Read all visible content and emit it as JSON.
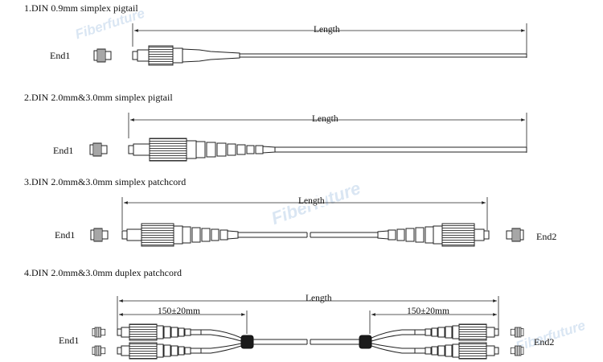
{
  "watermark": "Fiberfuture",
  "sections": [
    {
      "title": "1.DIN 0.9mm simplex pigtail",
      "end_left": "End1",
      "length_label": "Length"
    },
    {
      "title": "2.DIN 2.0mm&3.0mm simplex pigtail",
      "end_left": "End1",
      "length_label": "Length"
    },
    {
      "title": "3.DIN    2.0mm&3.0mm simplex patchcord",
      "end_left": "End1",
      "end_right": "End2",
      "length_label": "Length"
    },
    {
      "title": "4.DIN    2.0mm&3.0mm duplex patchcord",
      "end_left": "End1",
      "end_right": "End2",
      "length_label": "Length",
      "breakout_left": "150±20mm",
      "breakout_right": "150±20mm"
    }
  ],
  "colors": {
    "line": "#222222",
    "watermark": "#bcd3ea"
  }
}
